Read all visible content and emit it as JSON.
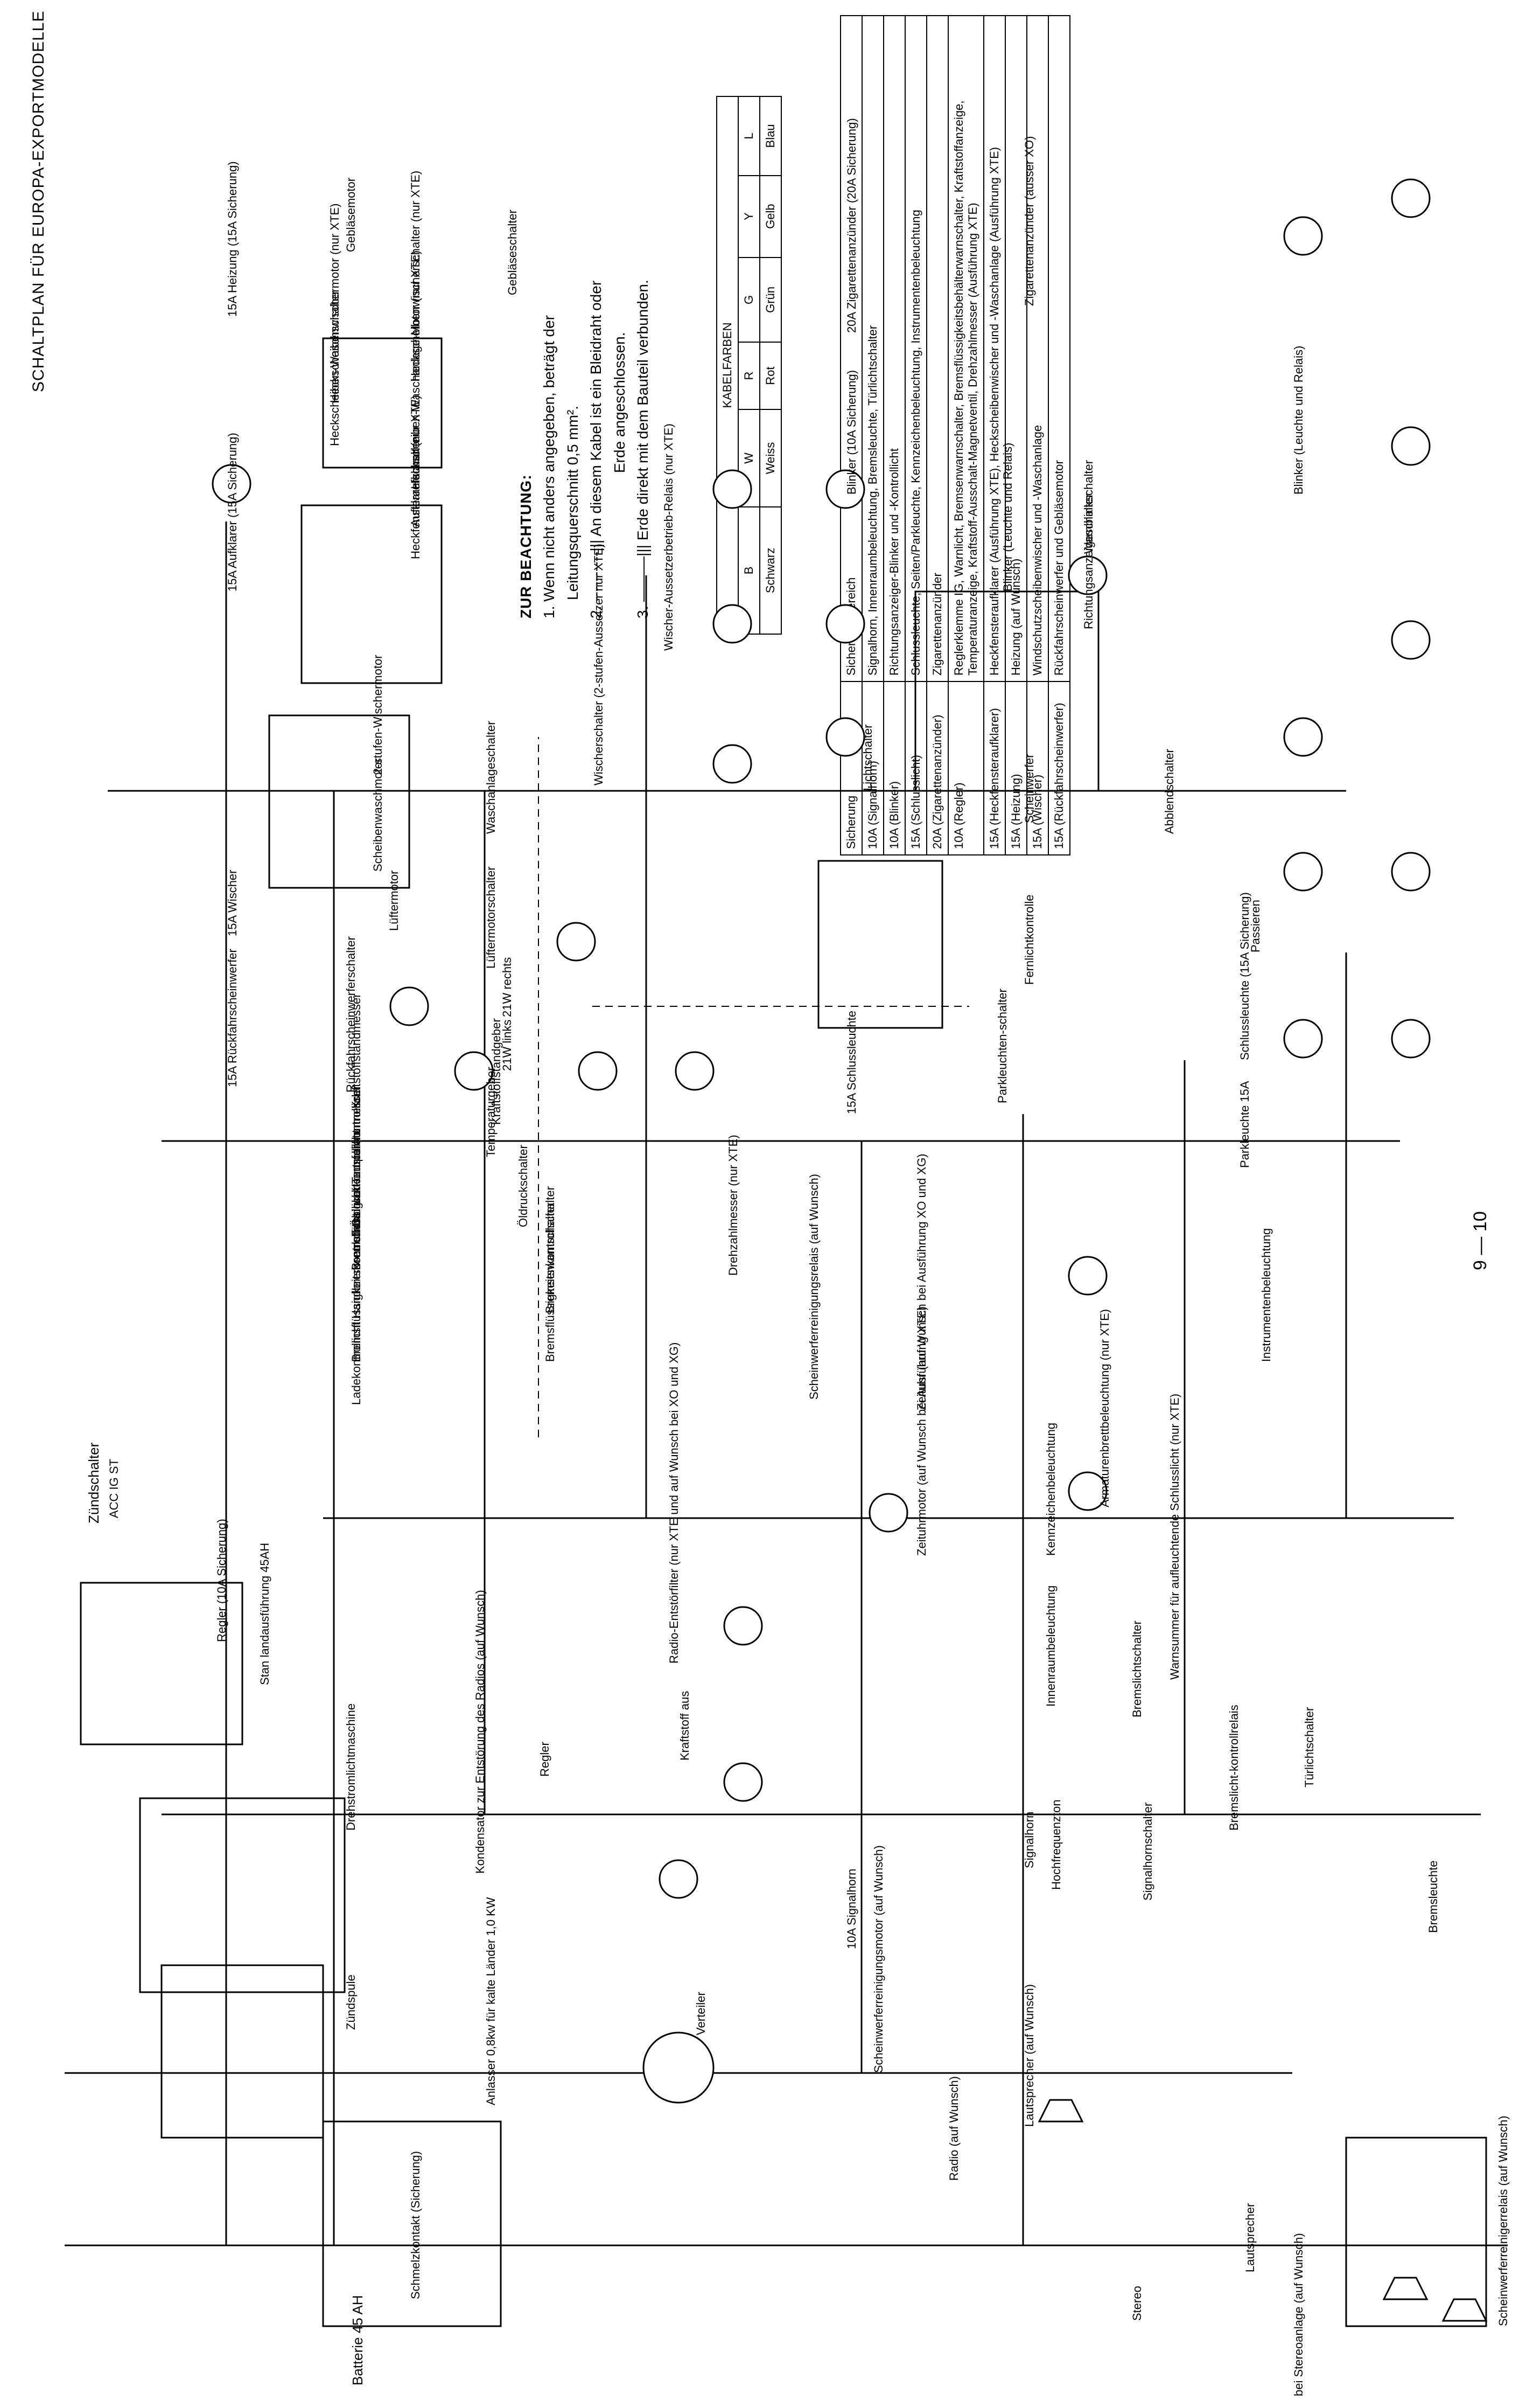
{
  "title": "SCHALTPLAN FÜR EUROPA-EXPORTMODELLE",
  "notes": {
    "heading": "ZUR BEACHTUNG:",
    "n1": "1. Wenn nicht anders angegeben, beträgt der",
    "n1b": "Leitungsquerschnitt 0,5 mm².",
    "n2": "2. ----------||| An diesem Kabel ist ein Bleidraht oder",
    "n2b": "Erde angeschlossen.",
    "n3": "3. ———||| Erde direkt mit dem Bauteil verbunden."
  },
  "wire_colors": {
    "heading": "KABELFARBEN",
    "codes": [
      "B",
      "W",
      "R",
      "G",
      "Y",
      "L"
    ],
    "names": [
      "Schwarz",
      "Weiss",
      "Rot",
      "Grün",
      "Gelb",
      "Blau"
    ]
  },
  "fuse_table": {
    "headers": [
      "Sicherung",
      "Sicherungsbereich"
    ],
    "rows": [
      {
        "fuse": "10A (Signalhorn)",
        "area": "Signalhorn, Innenraumbeleuchtung, Bremsleuchte, Türlichtschalter"
      },
      {
        "fuse": "10A (Blinker)",
        "area": "Richtungsanzeiger-Blinker und -Kontrollicht"
      },
      {
        "fuse": "15A (Schlusslicht)",
        "area": "Schlussleuchte, Seiten/Parkleuchte, Kennzeichenbeleuchtung, Instrumentenbeleuchtung"
      },
      {
        "fuse": "20A (Zigarettenanzünder)",
        "area": "Zigarettenanzünder"
      },
      {
        "fuse": "10A (Regler)",
        "area": "Reglerklemme IG, Warnlicht, Bremsenwarnschalter, Bremsflüssigkeitsbehälterwarnschalter, Kraftstoffanzeige, Temperaturanzeige, Kraftstoff-Ausschalt-Magnetventil, Drehzahlmesser (Ausführung XTE)"
      },
      {
        "fuse": "15A (Heckfensteraufklarer)",
        "area": "Heckfensteraufklarer (Ausführung XTE), Heckscheibenwischer und -Waschanlage (Ausführung XTE)"
      },
      {
        "fuse": "15A (Heizung)",
        "area": "Heizung (auf Wunsch)"
      },
      {
        "fuse": "15A (Wischer)",
        "area": "Windschutzscheibenwischer und -Waschanlage"
      },
      {
        "fuse": "15A (Rückfahrscheinwerfer)",
        "area": "Rückfahrscheinwerfer und Gebläsemotor"
      }
    ]
  },
  "components": {
    "batterie": "Batterie 45 AH",
    "schmelzkontakt": "Schmelzkontakt (Sicherung)",
    "anlasser": "Anlasser 0,8kw für kalte Länder 1,0 KW",
    "zuendspule": "Zündspule",
    "verteiler": "Verteiler",
    "kondensator": "Kondensator zur Entstörung des Radios (auf Wunsch)",
    "drehstrom": "Drehstromlichtmaschine",
    "regler": "Regler",
    "stan": "Stan landausführung 45AH",
    "zuendschalter": "Zündschalter",
    "zs_pos": "ACC IG ST",
    "regler_fuse": "Regler (10A Sicherung)",
    "ladekontrolle": "Ladekontrollicht",
    "bremsfl_kontroll": "Bremsflüssigkeitskontrollicht",
    "bremsfl_schalter": "Bremsflüssigkeitswarnschalter",
    "handbremse": "Handbremsenkontrollicht",
    "handbremse_schalter": "Bremsenkontrollschalter",
    "bremsfl_ausfall": "Bremsflüssigkeitsausfallkontrollicht",
    "oeldruck": "Öldruckkontrollicht",
    "oeldruckschalter": "Öldruckschalter",
    "temperaturmesser": "Temperaturmesser",
    "temperaturgeber": "Temperaturgeber",
    "kraftstoffstandmesser": "Kraftstoffstandmesser",
    "kraftstoffstandgeber": "Kraftstoffstandgeber",
    "drehzahlmesser": "Drehzahlmesser (nur XTE)",
    "kraftstoff_aus": "Kraftstoff aus",
    "radio_entstoer": "Radio-Entstörfilter (nur XTE und auf Wunsch bei XO und XG)",
    "rueckfahr_schalter": "Rückfahrscheinwerferschalter",
    "rueckfahr_fuse": "15A Rückfahrscheinwerfer",
    "rueckfahr_links": "21W links",
    "rueckfahr_rechts": "21W rechts",
    "lueftermotor": "Lüftermotor",
    "lueftermotorschalter": "Lüftermotorschalter",
    "wischer_fuse": "15A Wischer",
    "scheibenwaschmotor": "Scheibenwaschmotor",
    "waschanlageschalter": "Waschanlageschalter",
    "wischermotor": "2-stufen-Wischermotor",
    "wischerschalter": "Wischerschalter (2-stufen-Aussetzer nur XTE)",
    "aussetzer_relais": "Wischer-Aussetzerbetrieb-Relais (nur XTE)",
    "aufklarer_fuse": "15A Aufklarer (15A Sicherung)",
    "heckfenster": "Heckfensteraufklarer (nur XTE)",
    "aufklarerschalter": "Aufklarerschalter",
    "heck_waschanlage": "Heckscheiben-Waschanlage-Motor (nur XTE)",
    "heck_waschschalter": "Heckscheiben-Waschschalter",
    "heck_wischermotor": "Heckscheibenwischermotor (nur XTE)",
    "heck_wischerschalter": "Heckscheibenwischerschalter (nur XTE)",
    "heizung_fuse": "15A Heizung (15A Sicherung)",
    "geblaesemotor": "Gebläsemotor",
    "geblaeseschalter": "Gebläseschalter",
    "zig_fuse": "20A Zigarettenanzünder (20A Sicherung)",
    "zig": "Zigarettenanzünder (ausser XO)",
    "blinker_fuse": "Blinker (10A Sicherung)",
    "blinker_relais": "Blinker (Leuchte und Relais)",
    "warnblink": "Warnblinkschalter",
    "richtungsanzeiger": "Richtungsanzeigeschalter",
    "blinker_leuchte": "Blinker (Leuchte und Relais)",
    "lichtschalter": "Lichtschalter",
    "scheinwerfer": "Scheinwerfer",
    "abblendschalter": "Abblendschalter",
    "passieren": "Passieren",
    "fernlicht": "Fernlichtkontrolle",
    "schlussleuchte_fuse": "15A Schlussleuchte",
    "schlussleuchte": "Schlussleuchte (15A Sicherung)",
    "parkleuchte": "Parkleuchte 15A",
    "parkschalter": "Parkleuchten-schalter",
    "instrumentenbel": "Instrumentenbeleuchtung",
    "armaturenbel": "Armaturenbrettbeleuchtung (nur XTE)",
    "zeituhr": "Zeituhr (auf Wunsch bei Ausführung XO und XG)",
    "zeituhrmotor": "Zeituhrmotor (auf Wunsch bei Ausführung XTE)",
    "kennzeichen": "Kennzeichenbeleuchtung",
    "innenraum": "Innenraumbeleuchtung",
    "warnsummer": "Warnsummer für aufleuchtende Schlusslicht (nur XTE)",
    "tuerlicht": "Türlichtschalter",
    "scheinwerfer_relais": "Scheinwerferreinigungsrelais (auf Wunsch)",
    "scheinwerfer_motor": "Scheinwerferreinigungsmotor (auf Wunsch)",
    "signalhorn_fuse": "10A Signalhorn",
    "signalhorn": "Signalhorn",
    "hochfrequenz": "Hochfrequenzton",
    "signalhornschalter": "Signalhornschalter",
    "bremsleuchte": "Bremsleuchte",
    "bremslichtschalter": "Bremslichtschalter",
    "bremslicht_kontroll": "Bremslicht-kontrollrelais",
    "radio": "Radio (auf Wunsch)",
    "lautsprecher": "Lautsprecher (auf Wunsch)",
    "stereo": "bei Stereoanlage (auf Wunsch)",
    "stereo_lbl": "Stereo",
    "lautsprecher2": "Lautsprecher",
    "scheinwerfer_rel2": "Scheinwerferreinigerrelais (auf Wunsch)"
  },
  "page_number": "9 — 10"
}
